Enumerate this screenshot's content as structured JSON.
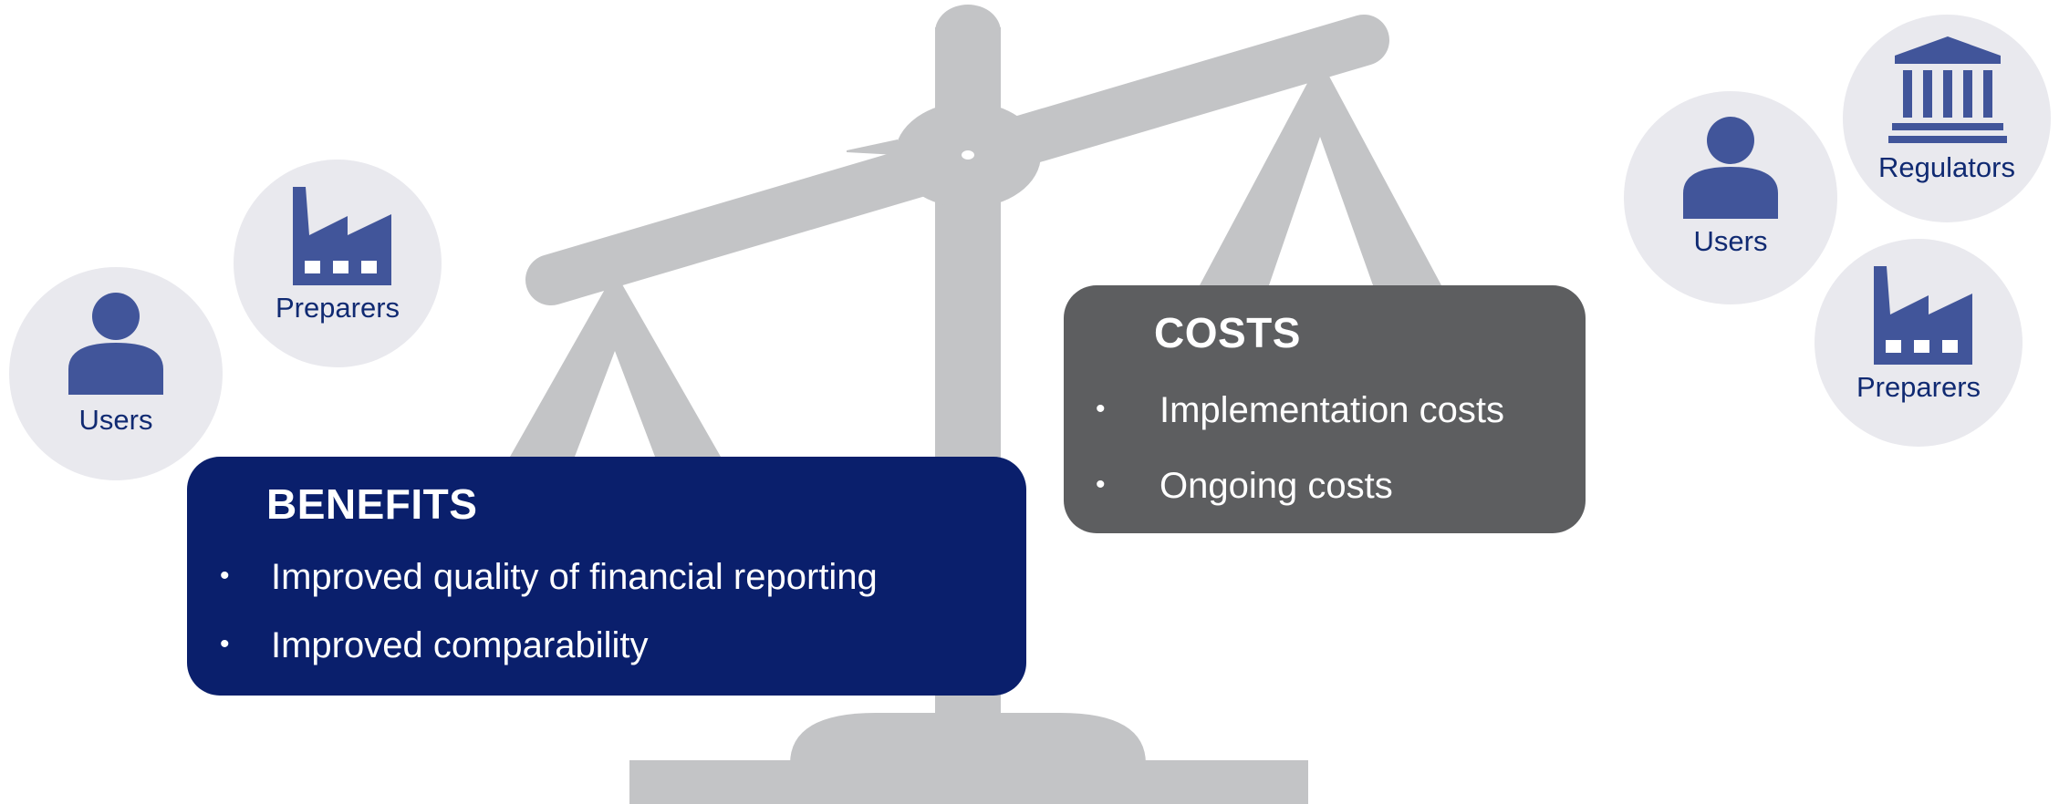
{
  "colors": {
    "benefits_box": "#0a1f6c",
    "costs_box": "#5d5e60",
    "scale": "#c3c4c6",
    "bubble": "#e9e9ee",
    "icon": "#41559a",
    "bubble_text": "#102a72"
  },
  "benefits": {
    "title": "BENEFITS",
    "items": [
      "Improved quality of financial reporting",
      "Improved comparability"
    ]
  },
  "costs": {
    "title": "COSTS",
    "items": [
      "Implementation costs",
      "Ongoing costs"
    ]
  },
  "stakeholders_left": [
    {
      "label": "Users",
      "icon": "person-icon"
    },
    {
      "label": "Preparers",
      "icon": "factory-icon"
    }
  ],
  "stakeholders_right": [
    {
      "label": "Users",
      "icon": "person-icon"
    },
    {
      "label": "Regulators",
      "icon": "government-building-icon"
    },
    {
      "label": "Preparers",
      "icon": "factory-icon"
    }
  ]
}
